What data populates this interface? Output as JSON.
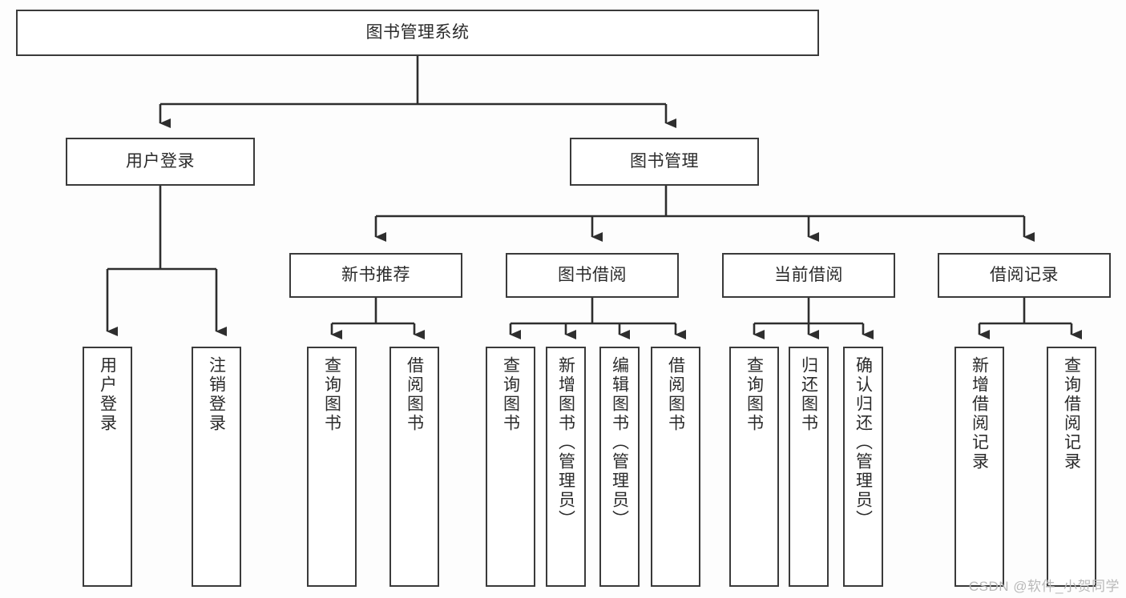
{
  "diagram": {
    "title": "图书管理系统",
    "watermark": "CSDN @软件_小贺同学",
    "colors": {
      "background": "#fdfdfd",
      "node_fill": "#ffffff",
      "stroke": "#3a3a3a",
      "text": "#2b2b2b",
      "watermark": "#b9b9b9"
    },
    "nodes": {
      "root": {
        "label": "图书管理系统"
      },
      "level1": [
        {
          "id": "user-login",
          "label": "用户登录"
        },
        {
          "id": "book-manage",
          "label": "图书管理"
        }
      ],
      "level2": [
        {
          "id": "new-book-recommend",
          "label": "新书推荐"
        },
        {
          "id": "book-borrow",
          "label": "图书借阅"
        },
        {
          "id": "current-borrow",
          "label": "当前借阅"
        },
        {
          "id": "borrow-record",
          "label": "借阅记录"
        }
      ],
      "leaves": {
        "user_login": [
          {
            "id": "leaf-user-login",
            "label": "用户登录"
          },
          {
            "id": "leaf-logout-login",
            "label": "注销登录"
          }
        ],
        "new_book_recommend": [
          {
            "id": "leaf-query-book-1",
            "label": "查询图书"
          },
          {
            "id": "leaf-borrow-book-1",
            "label": "借阅图书"
          }
        ],
        "book_borrow": [
          {
            "id": "leaf-query-book-2",
            "label": "查询图书"
          },
          {
            "id": "leaf-add-book",
            "label": "新增图书（管理员）"
          },
          {
            "id": "leaf-edit-book",
            "label": "编辑图书（管理员）"
          },
          {
            "id": "leaf-borrow-book-2",
            "label": "借阅图书"
          }
        ],
        "current_borrow": [
          {
            "id": "leaf-query-book-3",
            "label": "查询图书"
          },
          {
            "id": "leaf-return-book",
            "label": "归还图书"
          },
          {
            "id": "leaf-confirm-return",
            "label": "确认归还（管理员）"
          }
        ],
        "borrow_record": [
          {
            "id": "leaf-add-record",
            "label": "新增借阅记录"
          },
          {
            "id": "leaf-query-record",
            "label": "查询借阅记录"
          }
        ]
      }
    }
  }
}
